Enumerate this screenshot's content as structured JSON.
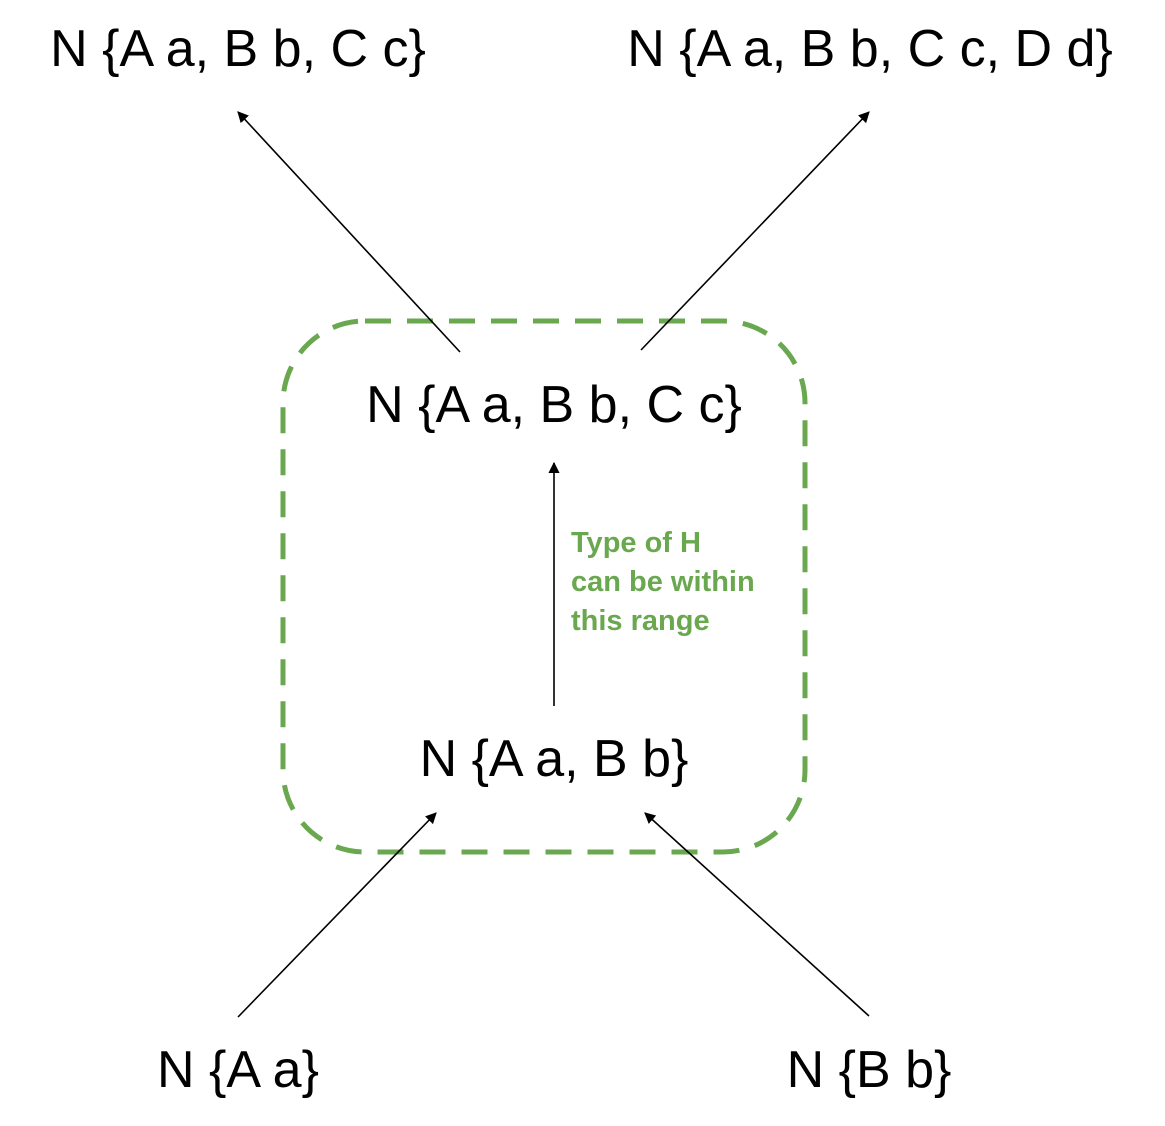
{
  "nodes": {
    "top_left": "N {A a, B b, C c}",
    "top_right": "N {A a, B b, C c, D d}",
    "range_upper": "N {A a, B b, C c}",
    "range_lower": "N {A a, B b}",
    "bottom_left": "N {A a}",
    "bottom_right": "N {B b}"
  },
  "annotation": {
    "lines": [
      "Type of H",
      "can be within",
      "this range"
    ]
  },
  "colors": {
    "accent": "#6aa84f",
    "text": "#000000",
    "edge": "#000000"
  }
}
